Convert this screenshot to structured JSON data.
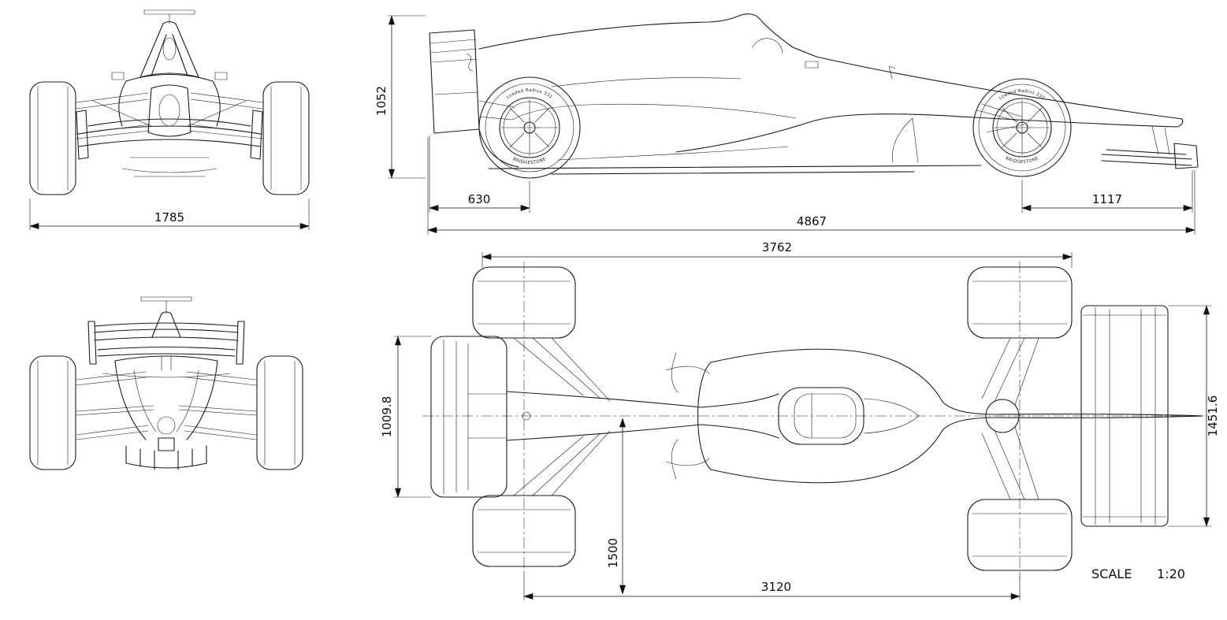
{
  "dimensions": {
    "front_track_width": "1785",
    "overall_height": "1052",
    "rear_overhang": "630",
    "overall_length": "4867",
    "front_overhang": "1117",
    "body_length": "3762",
    "front_wing_width": "1009.8",
    "rear_wing_span": "1451.6",
    "track": "1500",
    "wheelbase": "3120"
  },
  "scale": {
    "label": "SCALE",
    "value": "1:20"
  },
  "tire_markings": {
    "brand": "BRIDGESTONE",
    "radius_note": "Loaded Radius 331"
  }
}
